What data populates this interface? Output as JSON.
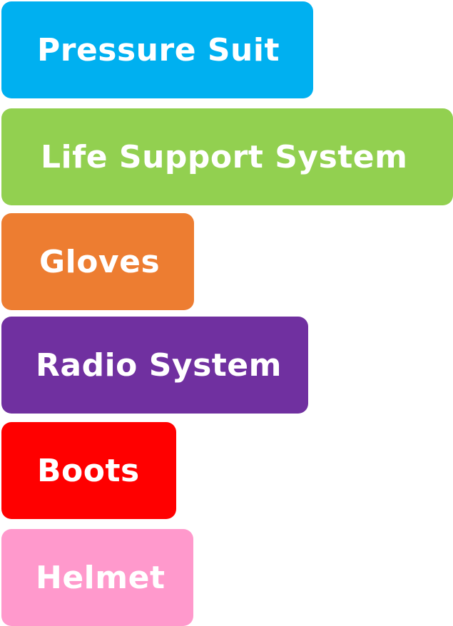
{
  "items": [
    {
      "label": "Pressure Suit",
      "color": "#00B0F0"
    },
    {
      "label": "Life Support System",
      "color": "#92D050"
    },
    {
      "label": "Gloves",
      "color": "#ED7D31"
    },
    {
      "label": "Radio System",
      "color": "#7030A0"
    },
    {
      "label": "Boots",
      "color": "#FF0000"
    },
    {
      "label": "Helmet",
      "color": "#FF99CC"
    }
  ]
}
